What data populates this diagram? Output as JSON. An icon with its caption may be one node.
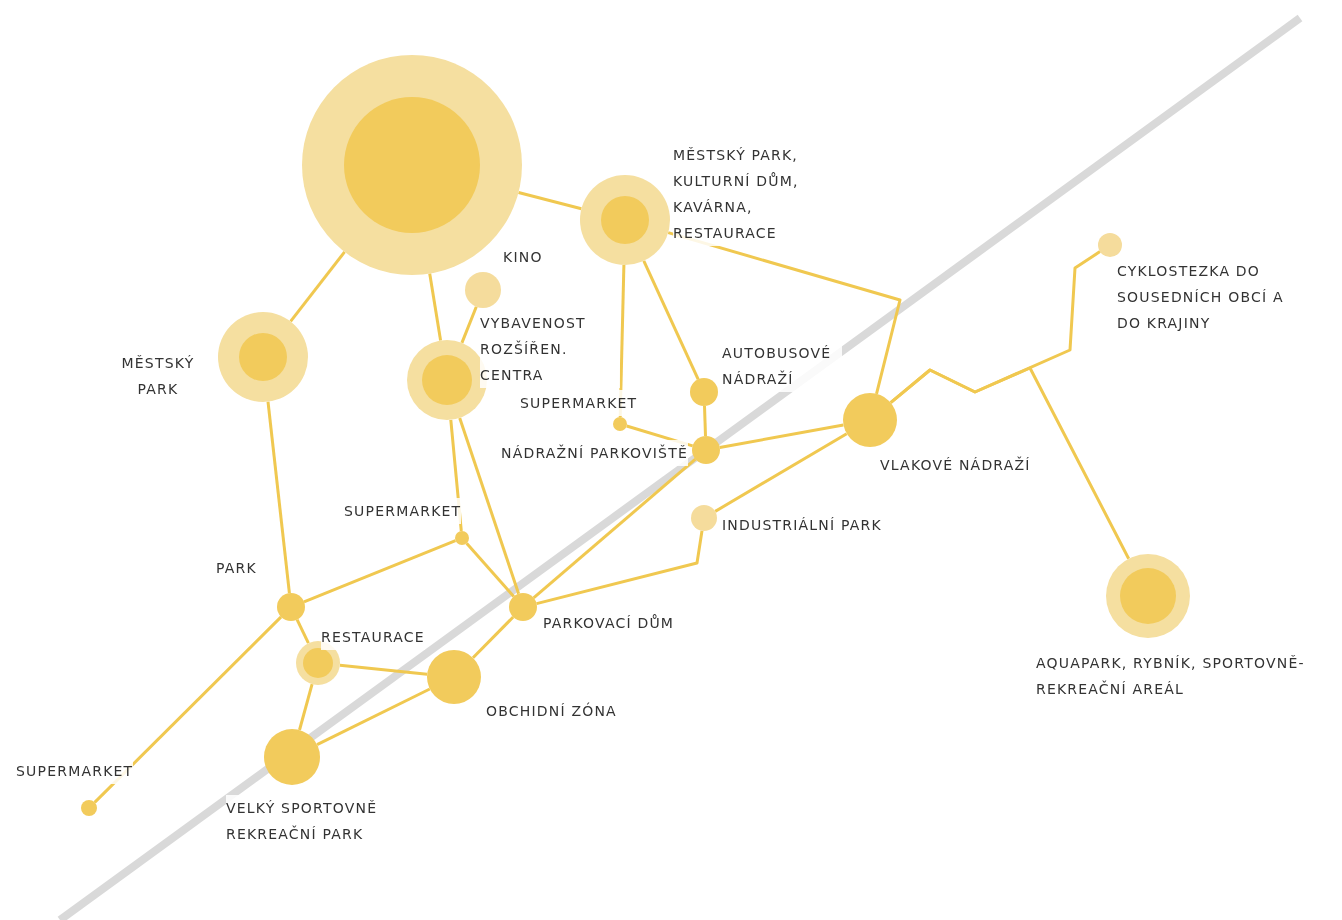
{
  "diagram": {
    "nodes": [
      {
        "text": [],
        "shape": "circle"
      },
      {
        "text": [
          "MĚSTSKÝ PARK, KULTURNÍ DŮM, KAVÁRNA, RESTAURACE"
        ]
      },
      {
        "text": [
          "KINO"
        ]
      },
      {
        "text": [
          "MĚSTSKÝ PARK"
        ]
      },
      {
        "text": [
          "VYBAVENOST ROZŠÍŘEN. CENTRA"
        ]
      },
      {
        "text": [
          "AUTOBUSOVÉ NÁDRAŽÍ"
        ]
      },
      {
        "text": [
          "VLAKOVÉ NÁDRAŽÍ"
        ]
      },
      {
        "text": [
          "SUPERMARKET"
        ]
      },
      {
        "text": [
          "NÁDRAŽNÍ PARKOVIŠTĚ"
        ]
      },
      {
        "text": [
          "INDUSTRIÁLNÍ PARK"
        ]
      },
      {
        "text": [
          "CYKLOSTEZKA DO SOUSEDNÍCH OBCÍ A DO KRAJINY"
        ]
      },
      {
        "text": [
          "SUPERMARKET"
        ]
      },
      {
        "text": [
          "PARK"
        ]
      },
      {
        "text": [
          "PARKOVACÍ DŮM"
        ]
      },
      {
        "text": [
          "RESTAURACE"
        ]
      },
      {
        "text": [
          "OBCHIDNÍ ZÓNA"
        ]
      },
      {
        "text": [
          "AQUAPARK, RYBNÍK, SPORTOVNĚ-REKREAČNÍ AREÁL"
        ]
      },
      {
        "text": [
          "VELKÝ SPORTOVNĚ REKREAČNÍ PARK"
        ]
      },
      {
        "text": [
          "SUPERMARKET"
        ]
      }
    ],
    "edges": [
      {
        "from": 0,
        "to": 1,
        "arrow": "none"
      },
      {
        "from": 0,
        "to": 3,
        "arrow": "none"
      },
      {
        "from": 0,
        "to": 4,
        "arrow": "none"
      },
      {
        "from": 2,
        "to": 4,
        "arrow": "none"
      },
      {
        "from": 1,
        "to": 7,
        "arrow": "none"
      },
      {
        "from": 1,
        "to": 5,
        "arrow": "none"
      },
      {
        "from": 1,
        "to": 6,
        "arrow": "none"
      },
      {
        "from": 3,
        "to": 12,
        "arrow": "none"
      },
      {
        "from": 4,
        "to": 11,
        "arrow": "none"
      },
      {
        "from": 4,
        "to": 13,
        "arrow": "none"
      },
      {
        "from": 7,
        "to": 8,
        "arrow": "none"
      },
      {
        "from": 5,
        "to": 8,
        "arrow": "none"
      },
      {
        "from": 8,
        "to": 6,
        "arrow": "none"
      },
      {
        "from": 6,
        "to": 9,
        "arrow": "none"
      },
      {
        "from": 8,
        "to": 13,
        "arrow": "none"
      },
      {
        "from": 9,
        "to": 13,
        "arrow": "none"
      },
      {
        "from": 6,
        "to": 10,
        "arrow": "none"
      },
      {
        "from": 6,
        "to": 16,
        "arrow": "none"
      },
      {
        "from": 11,
        "to": 12,
        "arrow": "none"
      },
      {
        "from": 11,
        "to": 13,
        "arrow": "none"
      },
      {
        "from": 12,
        "to": 14,
        "arrow": "none"
      },
      {
        "from": 12,
        "to": 18,
        "arrow": "none"
      },
      {
        "from": 14,
        "to": 15,
        "arrow": "none"
      },
      {
        "from": 14,
        "to": 17,
        "arrow": "none"
      },
      {
        "from": 15,
        "to": 13,
        "arrow": "none"
      },
      {
        "from": 15,
        "to": 17,
        "arrow": "none"
      }
    ]
  }
}
